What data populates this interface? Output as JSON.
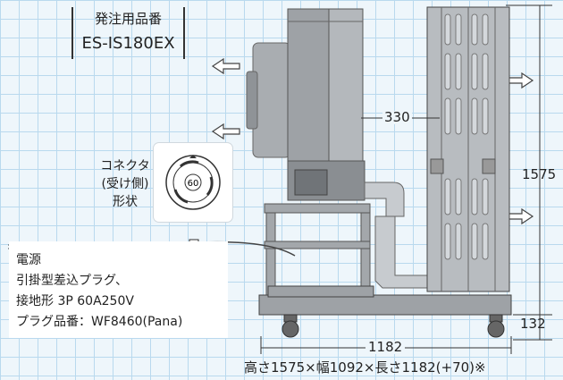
{
  "model": {
    "order_label": "発注用品番",
    "number": "ES-IS180EX"
  },
  "connector": {
    "caption_line1": "コネクタ",
    "caption_line2": "(受け側)",
    "caption_line3": "形状",
    "socket_number": "60"
  },
  "power": {
    "title": "電源",
    "line1": "引掛型差込プラグ、",
    "line2": "接地形 3P 60A250V",
    "line3": "プラグ品番：WF8460(Pana)"
  },
  "dimensions": {
    "depth_inner": "330",
    "height": "1575",
    "base_height": "132",
    "length": "1182"
  },
  "spec_summary": "高さ1575×幅1092×長さ1182(+70)※"
}
